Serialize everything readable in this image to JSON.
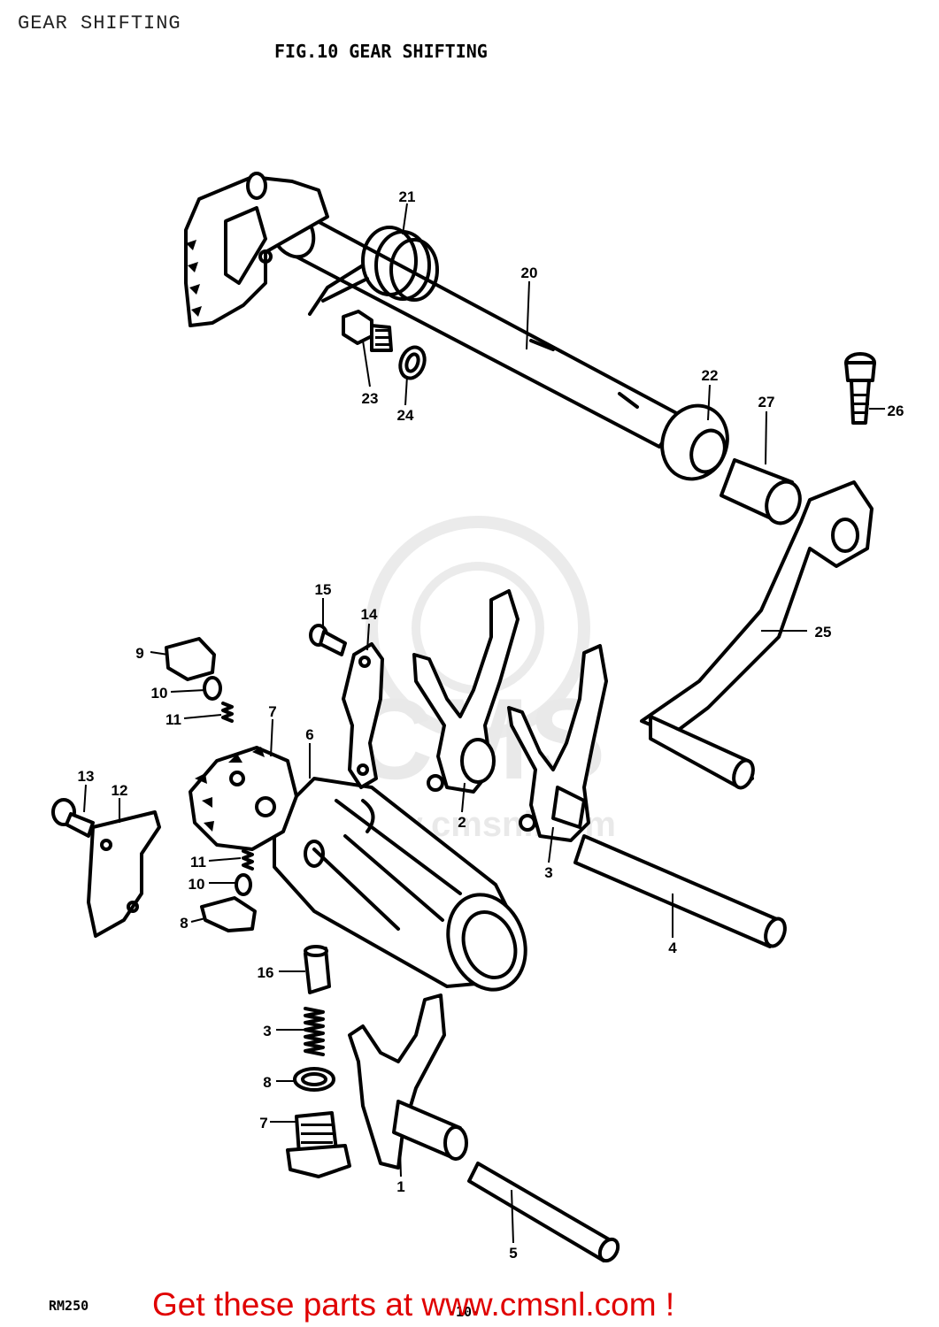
{
  "page_label": "GEAR SHIFTING",
  "figure_title": "FIG.10  GEAR SHIFTING",
  "model_label": "RM250",
  "page_number": "-10-",
  "cta_link": "Get these parts at www.cmsnl.com !",
  "watermark": {
    "brand": "CMS",
    "url": "www.cmsnl.com"
  },
  "colors": {
    "cta": "#e00000",
    "ink": "#000000",
    "background": "#ffffff"
  },
  "callouts": [
    "1",
    "2",
    "3",
    "4",
    "5",
    "6",
    "7",
    "8",
    "9",
    "10",
    "11",
    "12",
    "13",
    "14",
    "15",
    "16",
    "3",
    "8",
    "7",
    "10",
    "11",
    "20",
    "21",
    "22",
    "23",
    "24",
    "25",
    "26",
    "27"
  ]
}
